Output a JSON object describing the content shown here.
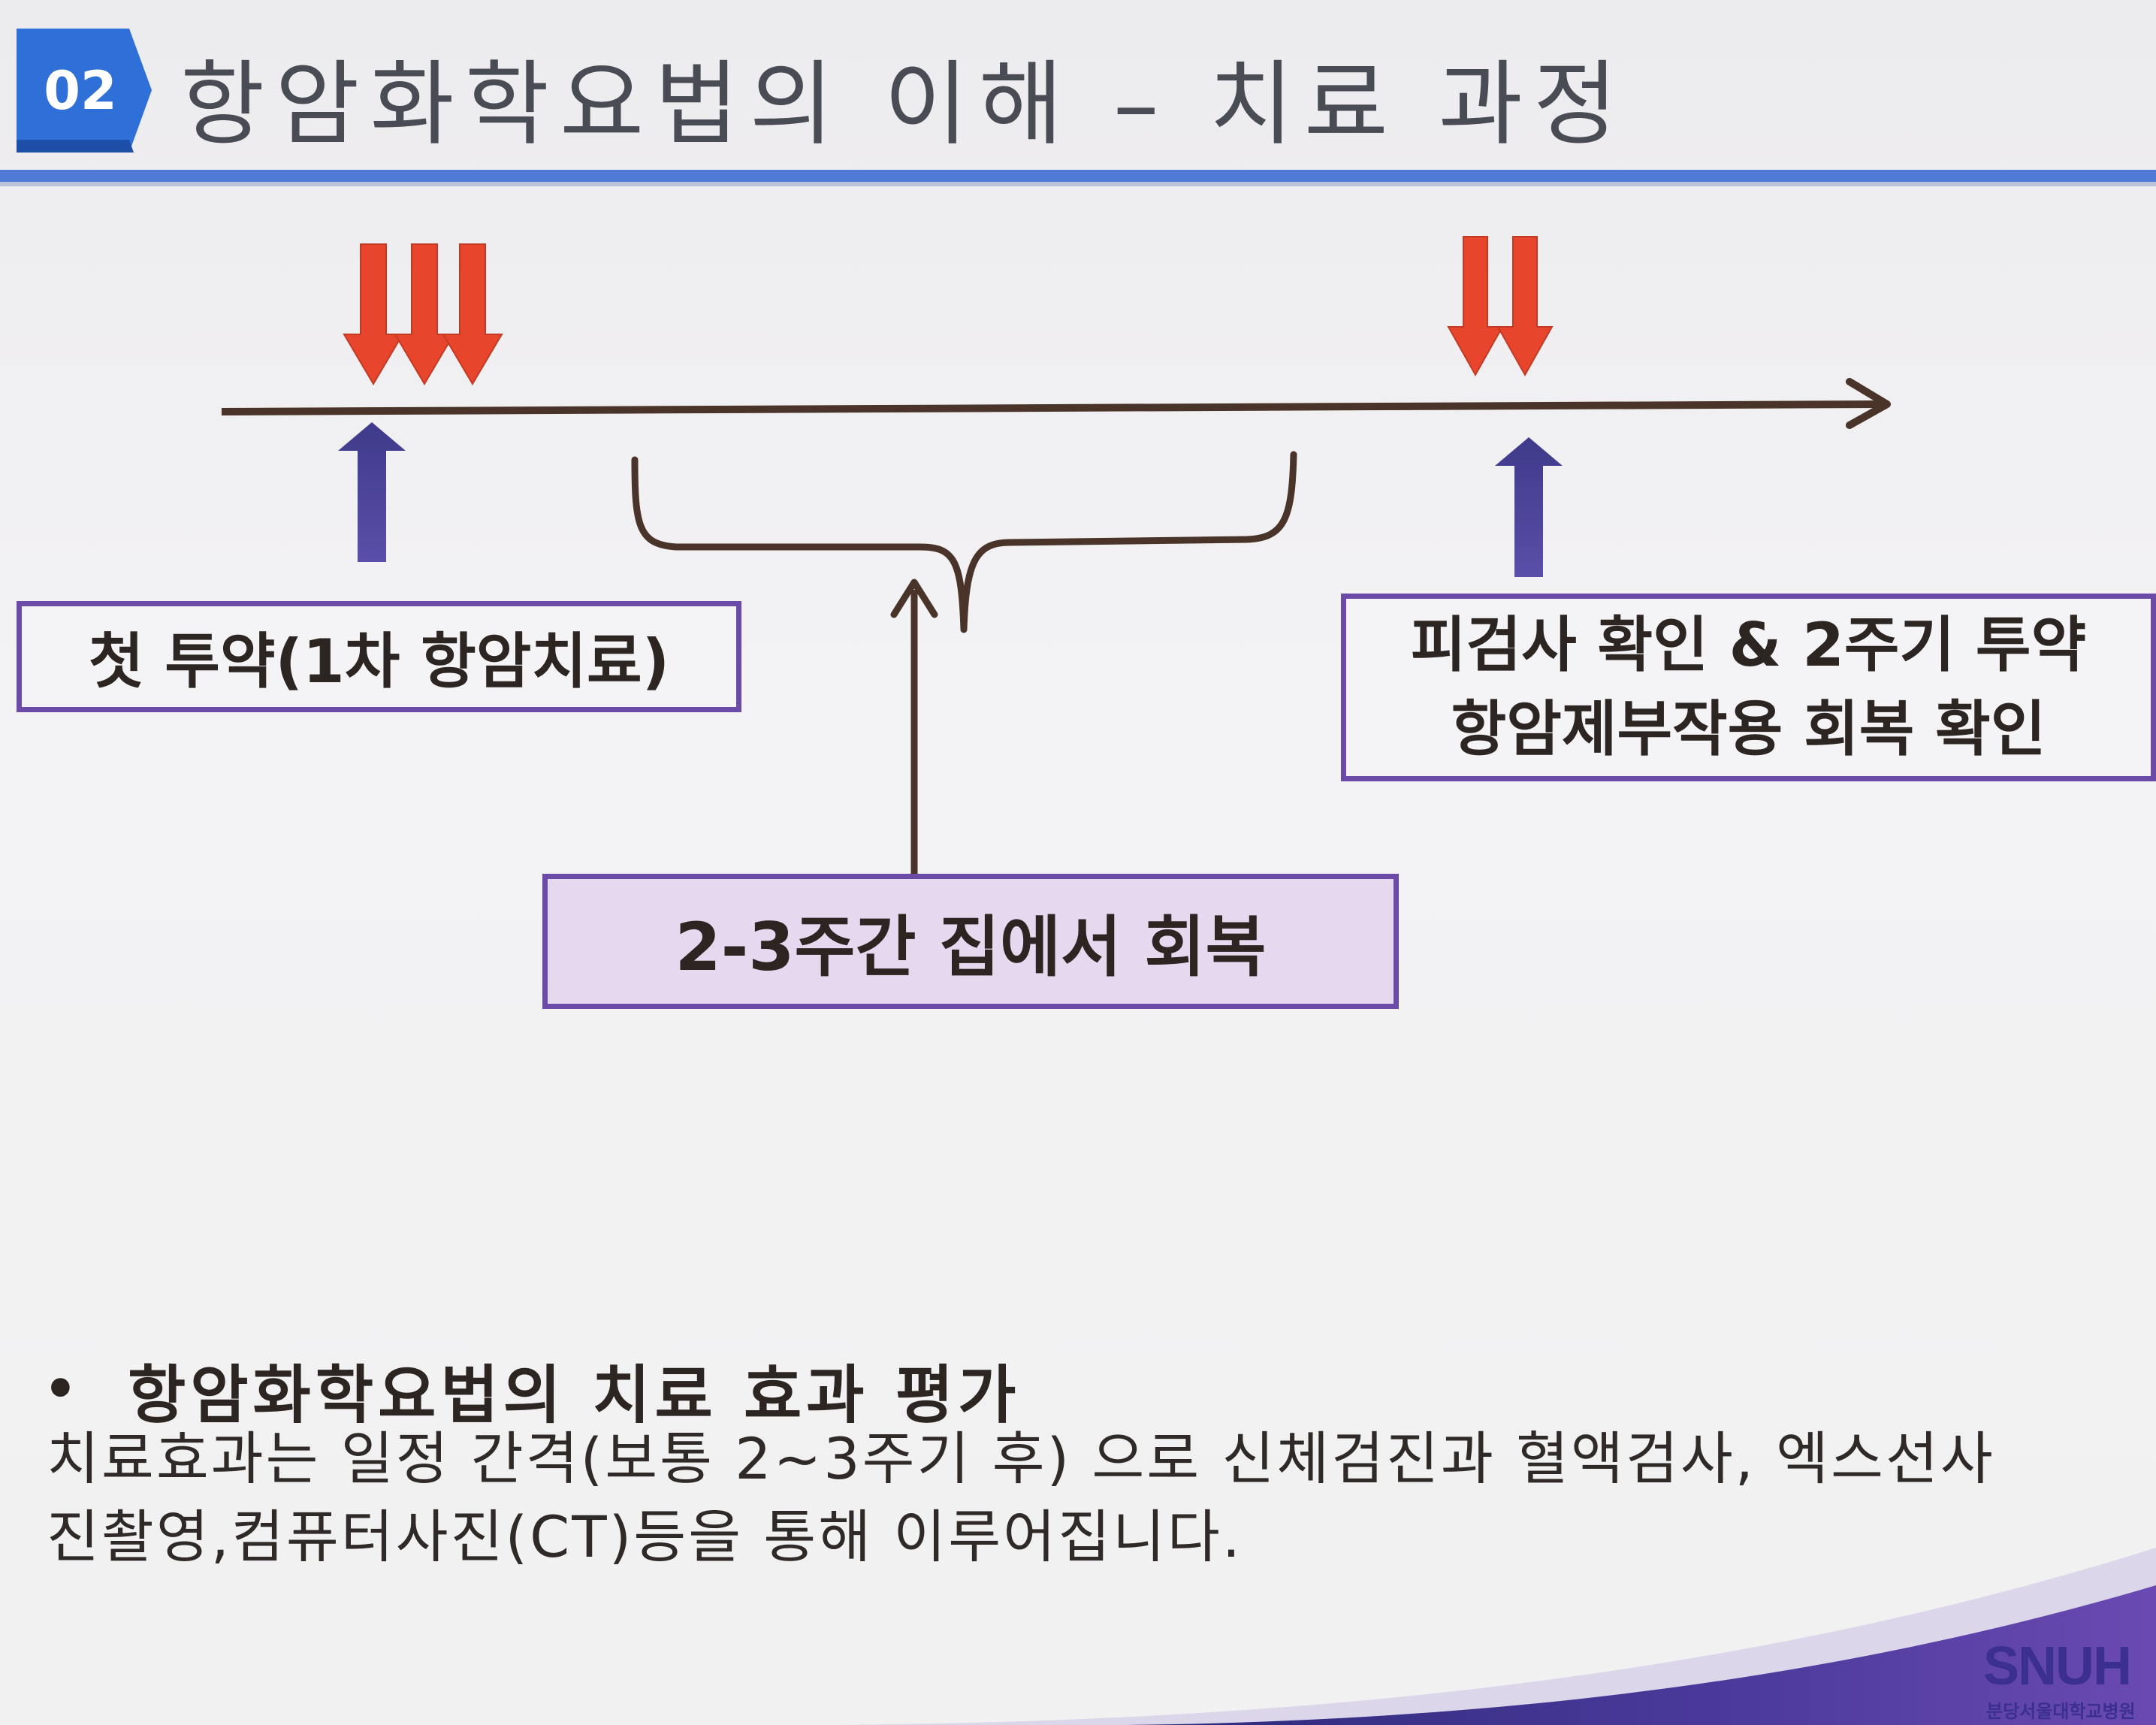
{
  "header": {
    "section_number": "02",
    "title": "항암화학요법의 이해 – 치료 과정"
  },
  "diagram": {
    "first_box": "첫 투약(1차 항암치료)",
    "right_box": {
      "line1": "피검사 확인 & 2주기 투약",
      "line2": "항암제부작용 회복 확인"
    },
    "recovery_box": "2-3주간 집에서 회복"
  },
  "bottom": {
    "bullet_title": "항암화학요법의 치료 효과 평가",
    "body_line1": "치료효과는 일정 간격(보통 2~3주기 후) 으로 신체검진과 혈액검사, 엑스선사",
    "body_line2": "진촬영,컴퓨터사진(CT)등을 통해 이루어집니다."
  },
  "logo": {
    "mark": "SNUH",
    "subtitle": "분당서울대학교병원"
  },
  "colors": {
    "accent_blue": "#4f7bd6",
    "dose_arrow_red": "#e8462c",
    "timeline_brown": "#4a3328",
    "check_arrow_purple": "#4a3f8f",
    "box_border": "#6b4aa8",
    "recovery_fill": "#e6d9ef",
    "footer_purple": "#3b2a8c"
  }
}
